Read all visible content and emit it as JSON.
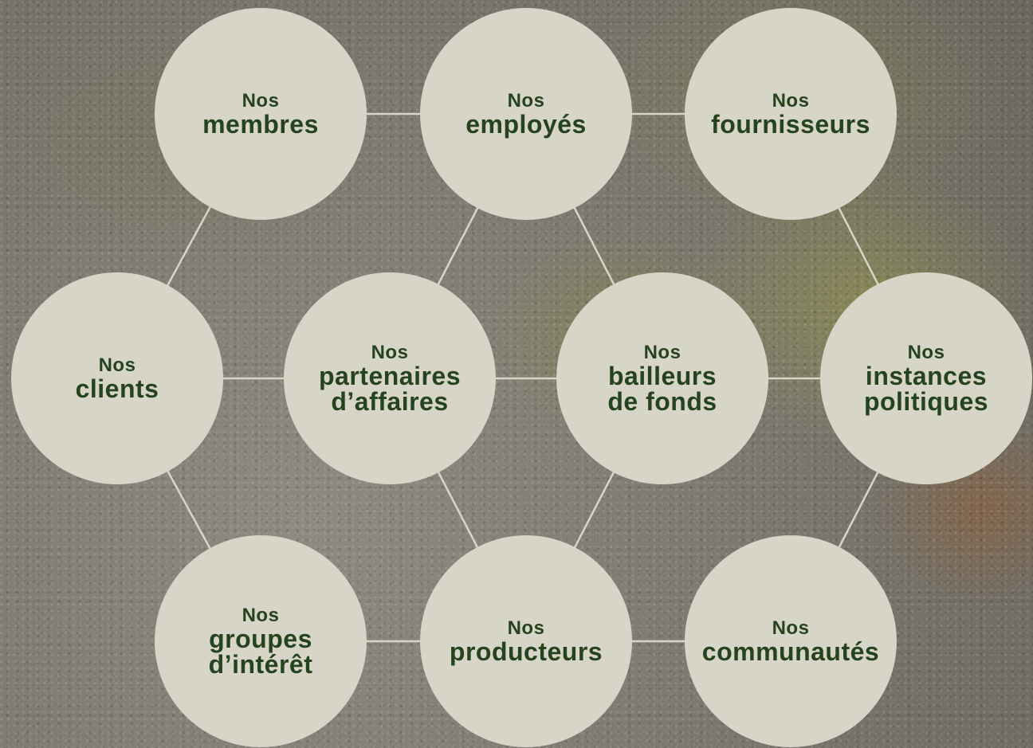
{
  "colors": {
    "node_fill": "#d7d5c7",
    "text": "#26431f",
    "connector": "#d7d5c7"
  },
  "nodes": [
    {
      "id": "membres",
      "prefix": "Nos",
      "label": "membres"
    },
    {
      "id": "employes",
      "prefix": "Nos",
      "label": "employés"
    },
    {
      "id": "fournisseurs",
      "prefix": "Nos",
      "label": "fournisseurs"
    },
    {
      "id": "clients",
      "prefix": "Nos",
      "label": "clients"
    },
    {
      "id": "partenaires",
      "prefix": "Nos",
      "label": "partenaires\nd’affaires"
    },
    {
      "id": "bailleurs",
      "prefix": "Nos",
      "label": "bailleurs\nde fonds"
    },
    {
      "id": "instances",
      "prefix": "Nos",
      "label": "instances\npolitiques"
    },
    {
      "id": "groupes",
      "prefix": "Nos",
      "label": "groupes\nd’intérêt"
    },
    {
      "id": "producteurs",
      "prefix": "Nos",
      "label": "producteurs"
    },
    {
      "id": "communautes",
      "prefix": "Nos",
      "label": "communautés"
    }
  ],
  "links": [
    [
      "membres",
      "employes"
    ],
    [
      "employes",
      "fournisseurs"
    ],
    [
      "membres",
      "clients"
    ],
    [
      "employes",
      "partenaires"
    ],
    [
      "employes",
      "bailleurs"
    ],
    [
      "fournisseurs",
      "instances"
    ],
    [
      "clients",
      "partenaires"
    ],
    [
      "partenaires",
      "bailleurs"
    ],
    [
      "bailleurs",
      "instances"
    ],
    [
      "clients",
      "groupes"
    ],
    [
      "partenaires",
      "producteurs"
    ],
    [
      "bailleurs",
      "producteurs"
    ],
    [
      "instances",
      "communautes"
    ],
    [
      "groupes",
      "producteurs"
    ],
    [
      "producteurs",
      "communautes"
    ]
  ]
}
